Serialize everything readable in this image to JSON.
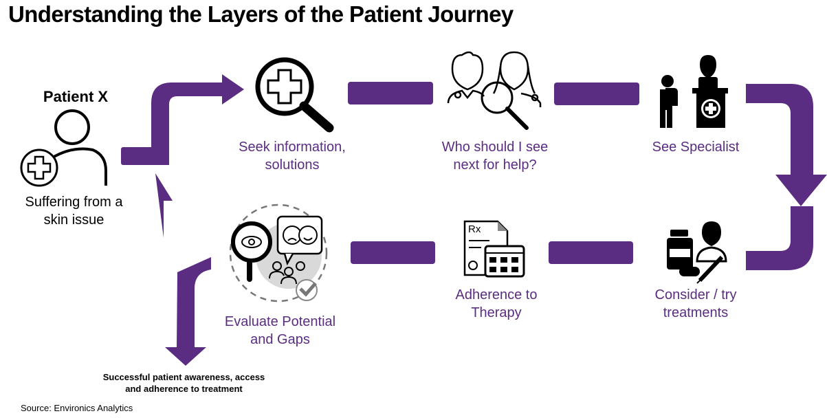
{
  "title": "Understanding the Layers of the Patient Journey",
  "colors": {
    "accent": "#5a2d82",
    "text": "#000000"
  },
  "patient": {
    "name": "Patient X",
    "description_line1": "Suffering from a",
    "description_line2": "skin issue",
    "icon": "person-with-medical-cross-icon"
  },
  "steps": [
    {
      "id": "seek-info",
      "line1": "Seek information,",
      "line2": "solutions",
      "icon": "magnifier-medical-cross-icon"
    },
    {
      "id": "who-to-see",
      "line1": "Who should I see",
      "line2": "next for help?",
      "icon": "doctors-magnifier-icon"
    },
    {
      "id": "see-specialist",
      "line1": "See Specialist",
      "line2": "",
      "icon": "patient-doctor-podium-icon"
    },
    {
      "id": "consider-treatments",
      "line1": "Consider / try",
      "line2": "treatments",
      "icon": "medicine-doctor-syringe-icon"
    },
    {
      "id": "adherence",
      "line1": "Adherence to",
      "line2": "Therapy",
      "icon": "prescription-calendar-icon"
    },
    {
      "id": "evaluate",
      "line1": "Evaluate Potential",
      "line2": "and Gaps",
      "icon": "evaluate-feedback-group-icon"
    }
  ],
  "outcome": {
    "line1": "Successful patient awareness, access",
    "line2": "and adherence to treatment"
  },
  "source": "Source: Environics Analytics"
}
